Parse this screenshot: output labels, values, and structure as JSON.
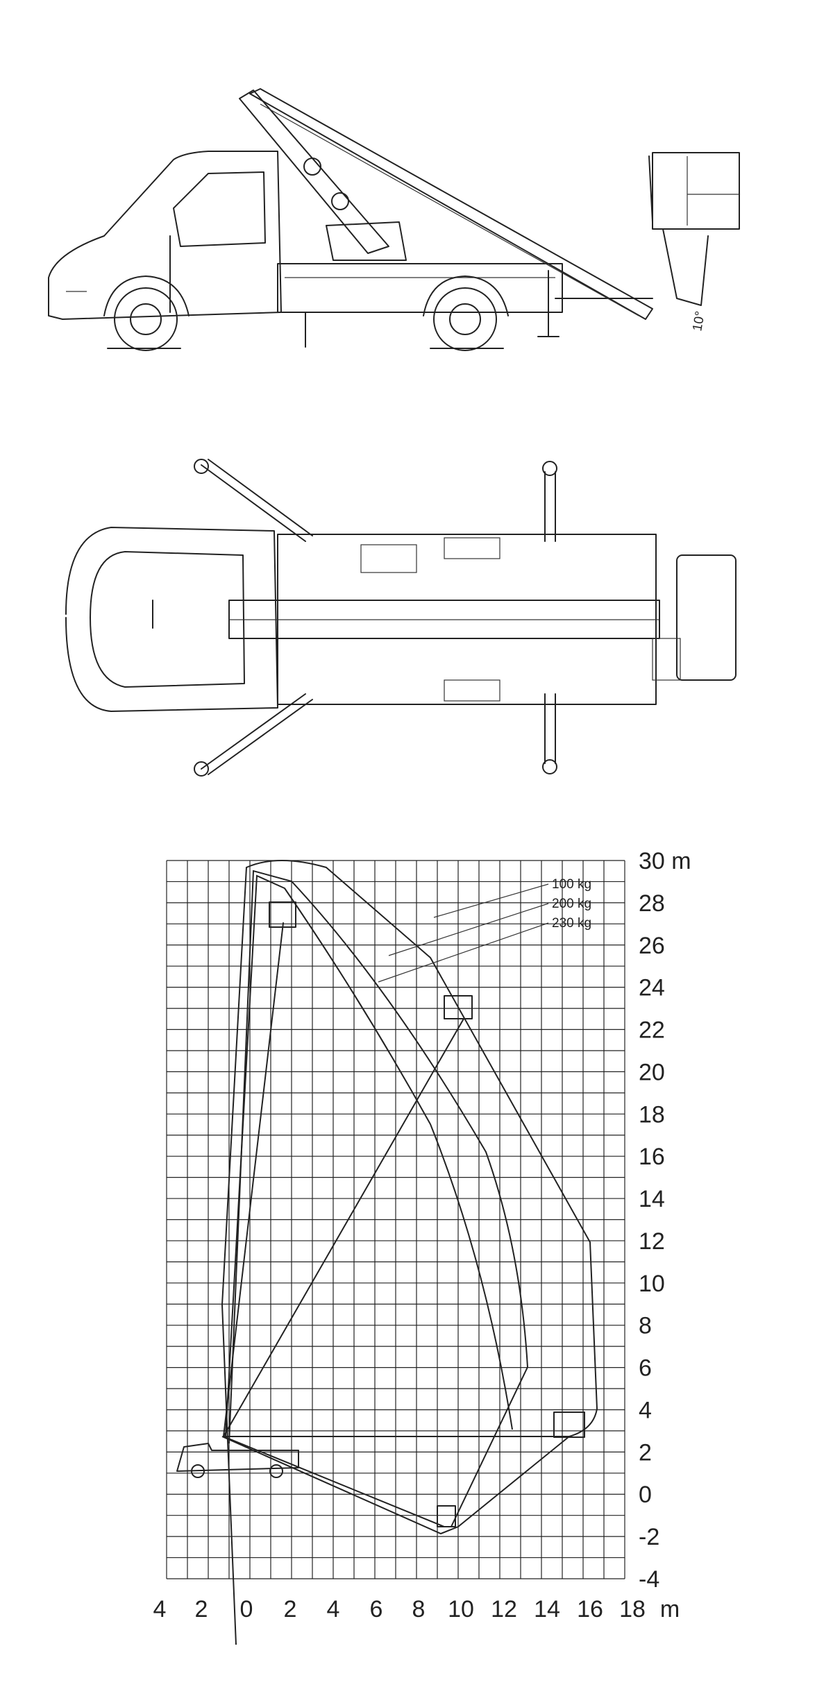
{
  "side_view": {
    "angle_label": "10°"
  },
  "diagram": {
    "y_axis": {
      "unit": "m",
      "ticks": [
        "30 m",
        "28",
        "26",
        "24",
        "22",
        "20",
        "18",
        "16",
        "14",
        "12",
        "10",
        "8",
        "6",
        "4",
        "2",
        "0",
        "-2",
        "-4"
      ]
    },
    "x_axis": {
      "unit": "m",
      "ticks": [
        "4",
        "2",
        "0",
        "2",
        "4",
        "6",
        "8",
        "10",
        "12",
        "14",
        "16",
        "18",
        "m"
      ]
    },
    "load_labels": [
      "100 kg",
      "200 kg",
      "230 kg"
    ]
  }
}
